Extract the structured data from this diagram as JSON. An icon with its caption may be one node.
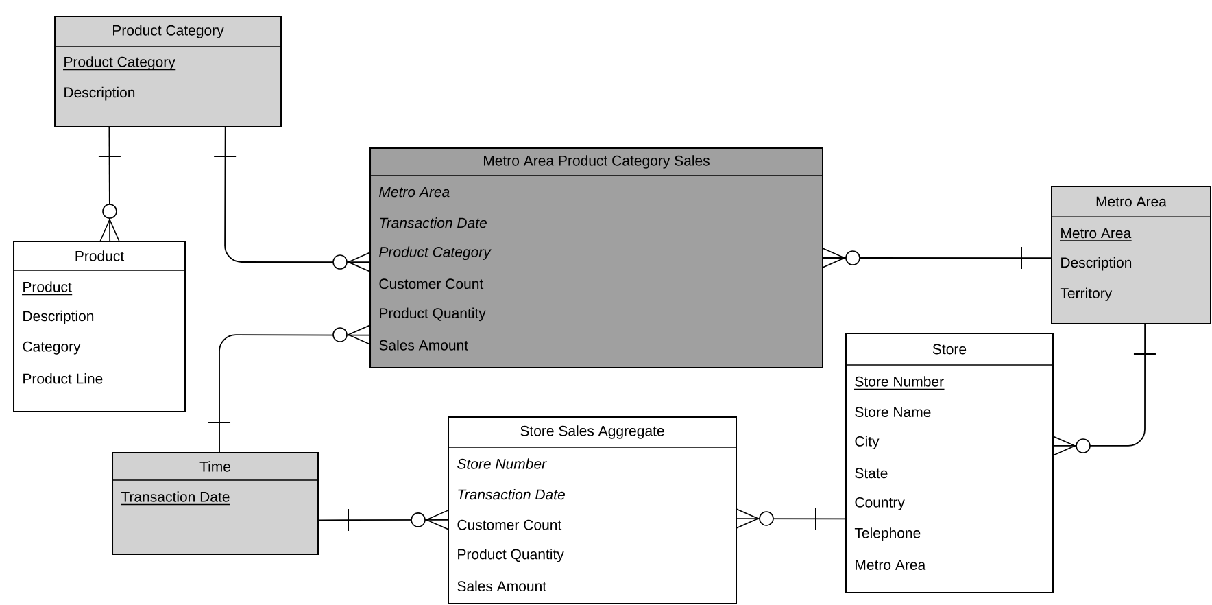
{
  "diagram": {
    "nodes": [
      {
        "text": [
          "Product Category",
          "Product Category",
          "Description"
        ]
      },
      {
        "text": [
          "Product",
          "Product",
          "Description",
          "Category",
          "Product Line"
        ]
      },
      {
        "text": [
          "Metro Area Product Category Sales",
          "*Metro Area*",
          "*Transaction Date*",
          "*Product Category*",
          "Customer Count",
          "Product Quantity",
          "Sales Amount"
        ]
      },
      {
        "text": [
          "Metro Area",
          "Metro Area",
          "Description",
          "Territory"
        ]
      },
      {
        "text": [
          "Time",
          "Transaction Date"
        ]
      },
      {
        "text": [
          "Store Sales Aggregate",
          "*Store Number*",
          "*Transaction Date*",
          "Customer Count",
          "Product Quantity",
          "Sales Amount"
        ]
      },
      {
        "text": [
          "Store",
          "Store Number",
          "Store Name",
          "City",
          "State",
          "Country",
          "Telephone",
          "Metro Area"
        ]
      }
    ],
    "edges": [
      {
        "from": 0,
        "to": 1,
        "arrow": "other"
      },
      {
        "from": 0,
        "to": 2,
        "arrow": "other"
      },
      {
        "from": 4,
        "to": 2,
        "arrow": "other"
      },
      {
        "from": 3,
        "to": 2,
        "arrow": "other"
      },
      {
        "from": 4,
        "to": 5,
        "arrow": "other"
      },
      {
        "from": 6,
        "to": 5,
        "arrow": "other"
      },
      {
        "from": 3,
        "to": 6,
        "arrow": "other"
      }
    ]
  }
}
